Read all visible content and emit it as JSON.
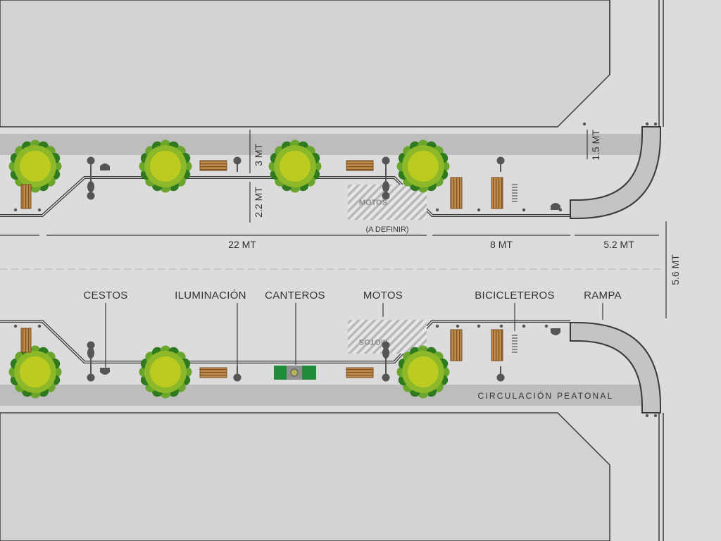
{
  "labels": {
    "cestos": "CESTOS",
    "iluminacion": "ILUMINACIÓN",
    "canteros": "CANTEROS",
    "motos": "MOTOS",
    "bicicleteros": "BICICLETEROS",
    "rampa": "RAMPA",
    "circulacion": "CIRCULACIÓN PEATONAL",
    "a_definir": "(A DEFINIR)",
    "motos_area": "MOTOS"
  },
  "dimensions": {
    "d3": "3 MT",
    "d22v": "2.2 MT",
    "d15": "1.5 MT",
    "d56": "5.6 MT",
    "d22": "22 MT",
    "d8": "8 MT",
    "d52": "5.2 MT"
  },
  "colors": {
    "ground": "#d9d9d9",
    "block": "#d4d4d4",
    "walkway": "#bcbcbc",
    "edge": "#3a3a3a",
    "fixture": "#555555",
    "tree_outer": "#4a9a2c",
    "tree_inner": "#b5c81e",
    "bench": "#b07a3e",
    "planter": "#1e8a3a"
  }
}
